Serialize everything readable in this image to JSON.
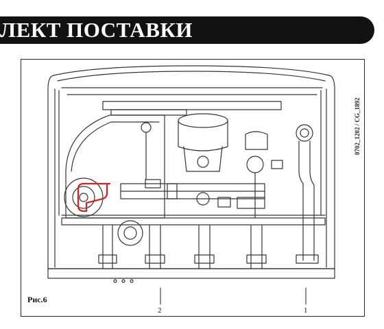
{
  "header": {
    "title": "ЛЕКТ ПОСТАВКИ"
  },
  "figure": {
    "code": "0702_1202 / CG_1892",
    "label": "Рис.6",
    "callouts": [
      "1",
      "2"
    ]
  },
  "colors": {
    "header_band": "#111111",
    "header_text": "#ffffff",
    "highlight": "#d42020",
    "line": "#333333"
  }
}
